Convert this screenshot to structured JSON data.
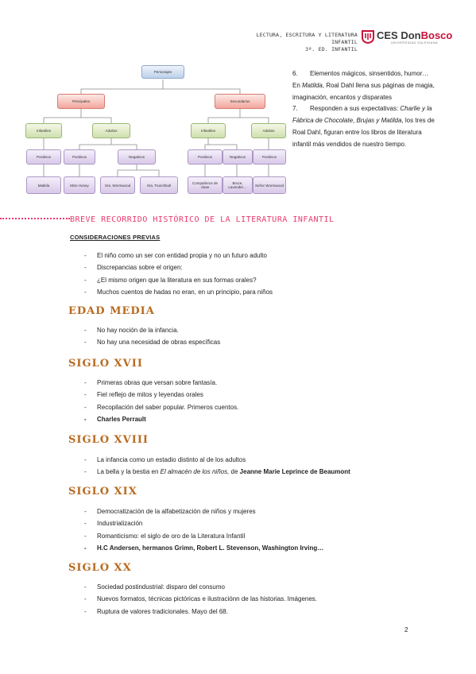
{
  "header": {
    "line1": "LECTURA, ESCRITURA Y LITERATURA INFANTIL",
    "line2": "3º. ED. INFANTIL",
    "logo_name_main": "CES Don",
    "logo_name_accent": "Bosco",
    "logo_sub": "UNIVERSIDAD SALESIANA",
    "brand_color": "#c8123a"
  },
  "diagram": {
    "root": "Personajes",
    "left": "Principales",
    "right": "Secundarios",
    "left_children": [
      "Infantiles",
      "Adultos"
    ],
    "right_children": [
      "Infantiles",
      "Adultos"
    ],
    "level3": [
      "Positivos",
      "Positivos",
      "Negativos",
      "Positivos",
      "Negativos",
      "Positivos"
    ],
    "level4": [
      "Matilda",
      "Miss Honey",
      "Sra. Wormwood",
      "Sra. Trunchbull",
      "Compañeros de clase",
      "Bruce, Lavender…",
      "Señor Wormwood"
    ]
  },
  "side_items": [
    {
      "num": "6.",
      "text": "Elementos mágicos, sinsentidos, humor… En Matilda, Roal Dahl llena sus páginas de magia, imaginación, encantos y disparates"
    },
    {
      "num": "7.",
      "text": "Responden a sus expectativas: Charlie y la Fábrica de Chocolate, Brujas y Matilda, los tres de Roal Dahl, figuran entre los libros de literatura infantil más vendidos de nuestro tiempo."
    }
  ],
  "section_title": "BREVE RECORRIDO HISTÓRICO DE LA LITERATURA INFANTIL",
  "subsection": "CONSIDERACIONES PREVIAS",
  "previas": [
    "El niño como un ser con entidad propia y no un futuro adulto",
    "Discrepancias sobre el origen:",
    "¿El mismo origen que la literatura en sus formas orales?",
    "Muchos cuentos de hadas no eran, en un principio, para niños"
  ],
  "eras": [
    {
      "title": "EDAD MEDIA",
      "items": [
        "No hay noción de la infancia.",
        "No hay una necesidad de obras específicas"
      ]
    },
    {
      "title": "SIGLO XVII",
      "items": [
        "Primeras obras que versan sobre fantasía.",
        "Fiel reflejo de mitos y leyendas orales",
        "Recopilación del saber popular. Primeros cuentos.",
        "Charles Perrault"
      ]
    },
    {
      "title": "SIGLO XVIII",
      "items": [
        "La infancia como un estadio distinto al de los adultos"
      ],
      "extra": {
        "pre": "La bella y la bestia en ",
        "italic": "El almacén de los niños,",
        "mid": " de ",
        "bold": "Jeanne Marie Leprince de Beaumont"
      }
    },
    {
      "title": "SIGLO XIX",
      "items": [
        "Democratización de la alfabetización de niños y mujeres",
        "Industrialización",
        "Romanticismo: el siglo de oro de la Literatura Infantil",
        "H.C Andersen, hermanos Grimn, Robert L. Stevenson, Washington Irving…"
      ]
    },
    {
      "title": "SIGLO XX",
      "items": [
        "Sociedad postindustrial: disparo del consumo",
        "Nuevos formatos, técnicas pictóricas e ilustraciónn de las historias. Imágenes.",
        "Ruptura de valores tradicionales. Mayo del 68."
      ]
    }
  ],
  "page_number": "2"
}
